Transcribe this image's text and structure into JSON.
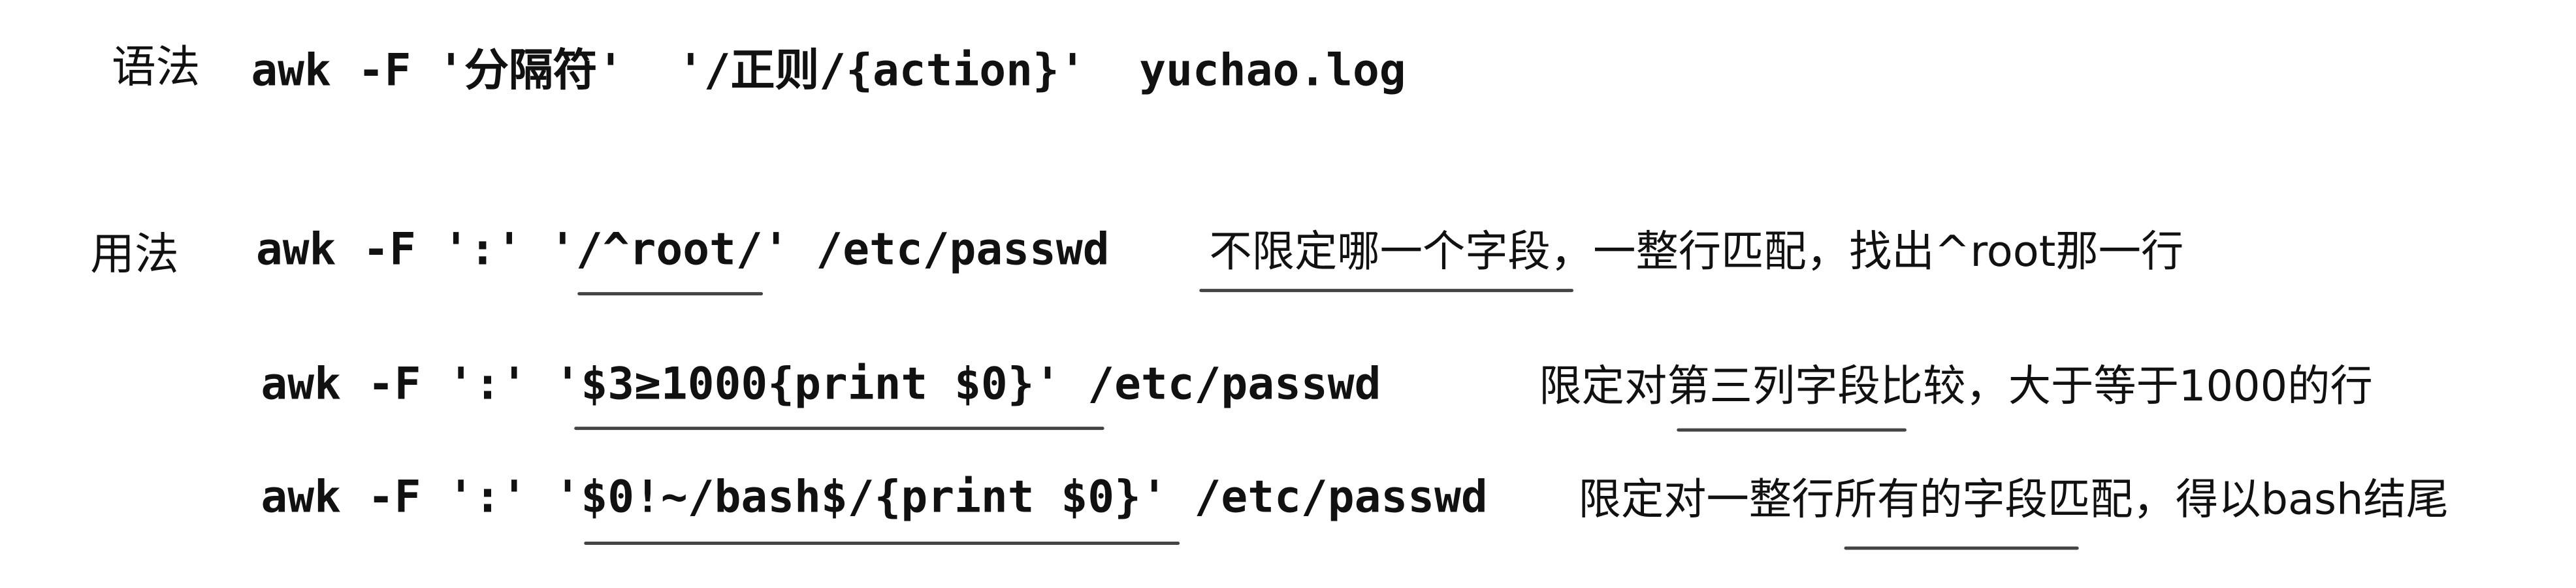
{
  "syntax": {
    "label": "语法",
    "command": "awk -F '分隔符'  '/正则/{action}'  yuchao.log"
  },
  "usage": {
    "label": "用法",
    "examples": [
      {
        "command": "awk -F ':' '/^root/' /etc/passwd",
        "description": "不限定哪一个字段，一整行匹配，找出^root那一行"
      },
      {
        "command": "awk -F ':' '$3≥1000{print $0}' /etc/passwd",
        "description": "限定对第三列字段比较，大于等于1000的行"
      },
      {
        "command": "awk -F ':' '$0!~/bash$/{print $0}' /etc/passwd",
        "description": "限定对一整行所有的字段匹配，得以bash结尾"
      }
    ]
  }
}
